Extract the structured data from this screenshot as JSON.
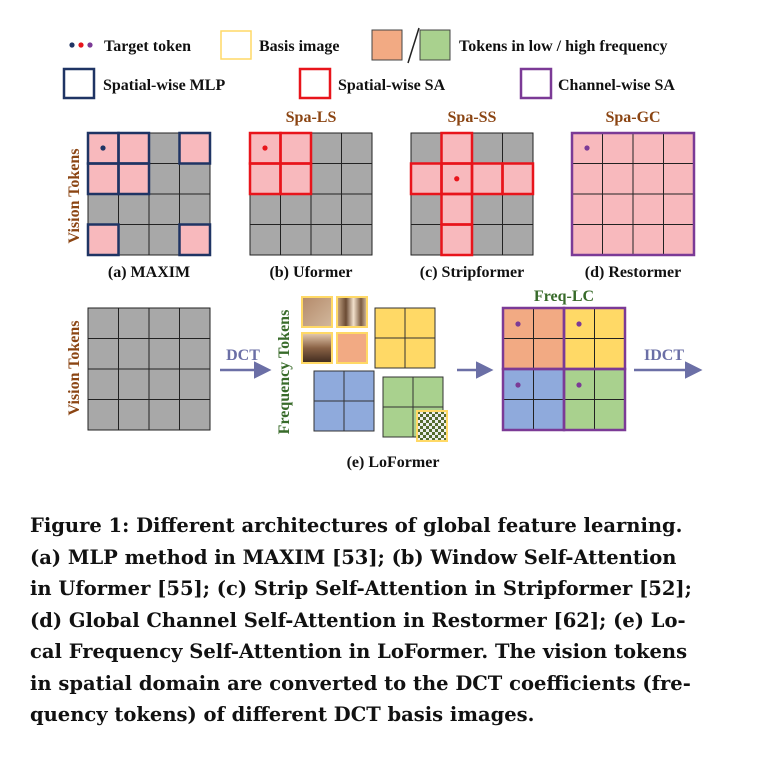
{
  "legend": {
    "target_token": "Target token",
    "basis_image": "Basis image",
    "tokens_freq": "Tokens in low / high frequency",
    "spatial_mlp": "Spatial-wise MLP",
    "spatial_sa": "Spatial-wise SA",
    "channel_sa": "Channel-wise SA"
  },
  "panels": {
    "vision_tokens_label": "Vision Tokens",
    "frequency_tokens_label": "Frequency Tokens",
    "a": {
      "caption": "(a) MAXIM"
    },
    "b": {
      "title": "Spa-LS",
      "caption": "(b) Uformer"
    },
    "c": {
      "title": "Spa-SS",
      "caption": "(c) Stripformer"
    },
    "d": {
      "title": "Spa-GC",
      "caption": "(d) Restormer"
    },
    "e": {
      "caption": "(e) LoFormer",
      "dct_label": "DCT",
      "idct_label": "IDCT",
      "freq_title": "Freq-LC"
    }
  },
  "caption": {
    "lines": [
      "Figure 1: Different architectures of global feature learning.",
      "(a) MLP method in MAXIM [53]; (b) Window Self-Attention",
      "in Uformer [55]; (c) Strip Self-Attention in Stripformer [52];",
      "(d) Global Channel Self-Attention in Restormer [62]; (e) Lo-",
      "cal Frequency Self-Attention in LoFormer. The vision tokens",
      "in spatial domain are converted to the DCT coefficients (fre-",
      "quency tokens) of different DCT basis images."
    ]
  },
  "colors": {
    "pink": "#f8b9bd",
    "gray": "#a8a8a8",
    "orange": "#f2aa83",
    "green": "#a9d18e",
    "blue": "#8faadc",
    "yellow": "#ffd966",
    "navy": "#1f3464",
    "red": "#e8141b",
    "purple": "#7b3a96",
    "brown": "#8b4513",
    "dark_green": "#386b2a"
  }
}
